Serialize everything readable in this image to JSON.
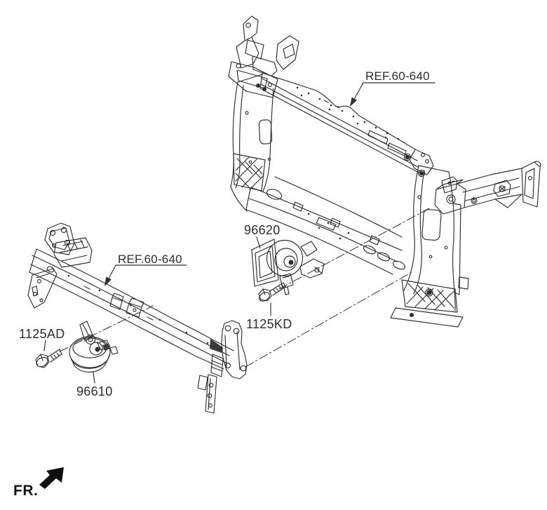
{
  "diagram": {
    "type": "exploded-parts-diagram",
    "background_color": "#ffffff",
    "line_color": "#2e2e2e",
    "label_color": "#2d2d2d",
    "callouts": {
      "ref_upper": "REF.60-640",
      "ref_lower": "REF.60-640",
      "horn_upper": "96620",
      "bolt_upper": "1125KD",
      "bolt_lower": "1125AD",
      "horn_lower": "96610"
    },
    "front_marker": "FR.",
    "icons": {
      "front_direction_arrow": "filled-arrow-lower-left",
      "callout_arrowhead": "filled-triangle"
    }
  }
}
